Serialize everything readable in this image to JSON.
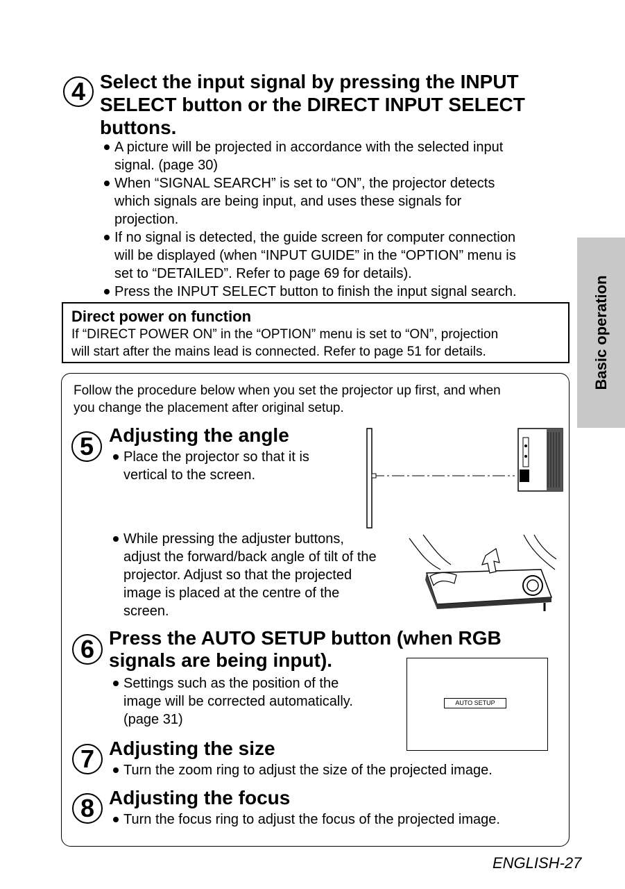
{
  "step4": {
    "num": "4",
    "title_line1": "Select the input signal by pressing the INPUT",
    "title_line2": "SELECT button or the DIRECT INPUT SELECT",
    "title_line3": "buttons.",
    "bullets": [
      [
        "A picture will be projected in accordance with the selected input",
        "signal. (page 30)"
      ],
      [
        "When “SIGNAL SEARCH” is set to “ON”, the projector detects",
        "which signals are being input, and uses these signals for",
        "projection."
      ],
      [
        "If no signal is detected, the guide screen for computer connection",
        "will be displayed (when “INPUT GUIDE” in the “OPTION” menu is",
        "set to “DETAILED”. Refer to page 69 for details)."
      ],
      [
        "Press the INPUT SELECT button to finish the input signal search."
      ]
    ]
  },
  "direct_power": {
    "title": "Direct power on function",
    "line1": "If “DIRECT POWER ON” in the “OPTION” menu is set to “ON”, projection",
    "line2": "will start after the mains lead is connected. Refer to page 51 for details."
  },
  "side_tab": "Basic operation",
  "intro": {
    "line1": "Follow the procedure below when you set the projector up first, and when",
    "line2": "you change the placement after original setup."
  },
  "step5": {
    "num": "5",
    "title": "Adjusting the angle",
    "bullet1": [
      "Place the projector so that it is",
      "vertical to the screen."
    ],
    "bullet2": [
      "While pressing the adjuster buttons,",
      "adjust the forward/back angle of tilt of the",
      "projector. Adjust so that the projected",
      "image is placed at the centre of the",
      "screen."
    ]
  },
  "step6": {
    "num": "6",
    "title_line1": "Press the AUTO SETUP button (when RGB",
    "title_line2": "signals are being input).",
    "bullet": [
      "Settings such as the position of the",
      "image will be corrected automatically.",
      "(page 31)"
    ],
    "screen_label": "AUTO SETUP"
  },
  "step7": {
    "num": "7",
    "title": "Adjusting the size",
    "bullet": "Turn the zoom ring to adjust the size of the projected image."
  },
  "step8": {
    "num": "8",
    "title": "Adjusting the focus",
    "bullet": "Turn the focus ring to adjust the focus of the projected image."
  },
  "footer": "ENGLISH-27"
}
